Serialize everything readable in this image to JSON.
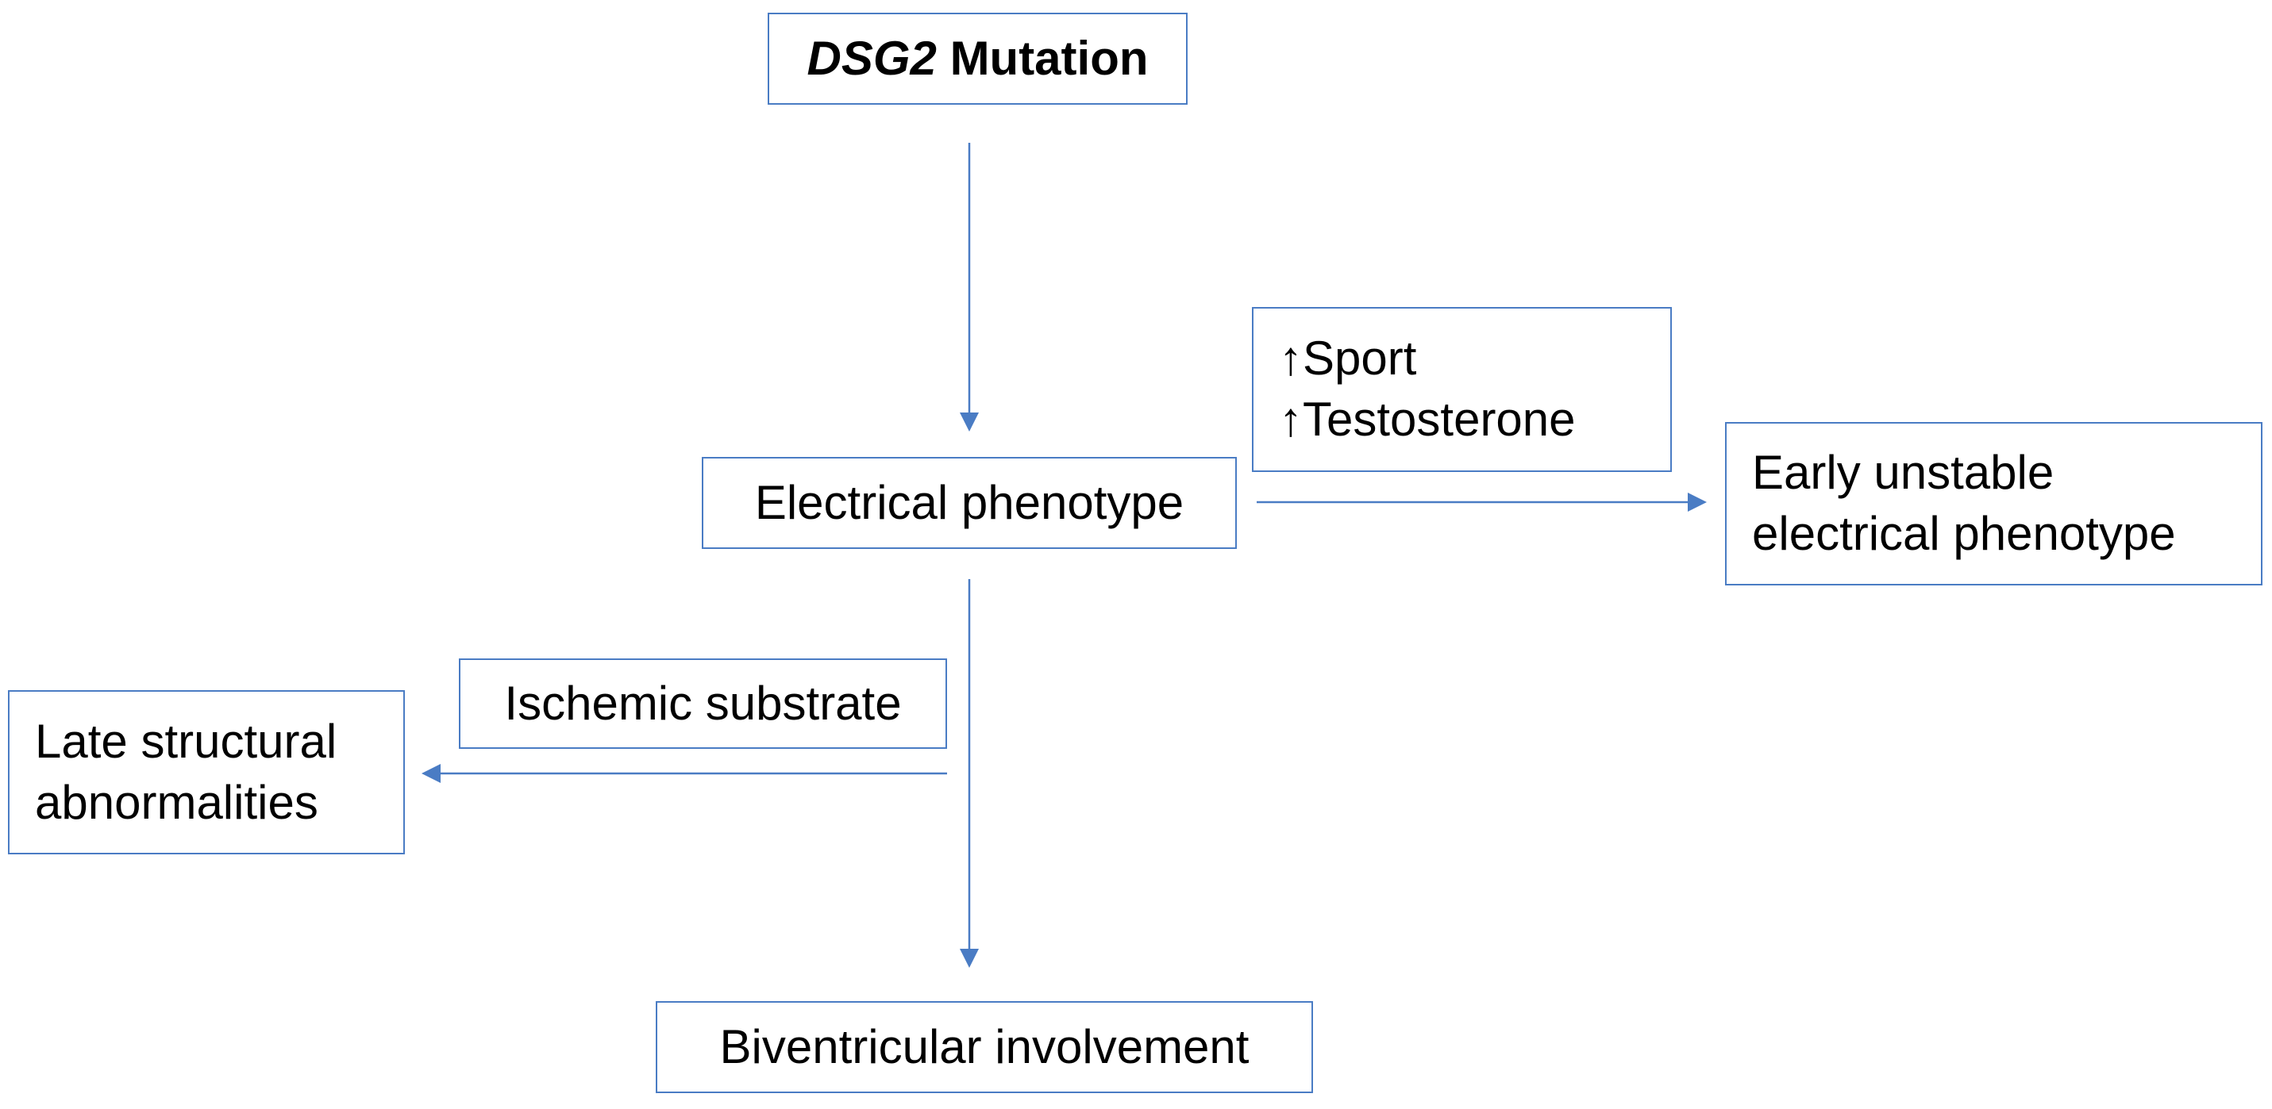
{
  "diagram": {
    "nodes": {
      "mutation": {
        "gene": "DSG2",
        "label": "Mutation"
      },
      "electrical": {
        "label": "Electrical phenotype"
      },
      "modifiers": {
        "lines": [
          "↑Sport",
          "↑Testosterone"
        ]
      },
      "early": {
        "lines": [
          "Early unstable",
          "electrical phenotype"
        ]
      },
      "ischemic": {
        "label": "Ischemic substrate"
      },
      "late": {
        "lines": [
          "Late structural",
          "abnormalities"
        ]
      },
      "biventricular": {
        "label": "Biventricular involvement"
      }
    },
    "edges": [
      {
        "from": "mutation",
        "to": "electrical"
      },
      {
        "from": "electrical",
        "to": "early",
        "modifier": "modifiers"
      },
      {
        "from": "electrical",
        "to": "late",
        "modifier": "ischemic"
      },
      {
        "from": "electrical",
        "to": "biventricular"
      }
    ],
    "colors": {
      "box_border": "#4a7cc4",
      "arrow": "#4a7cc4",
      "text": "#000000",
      "background": "#ffffff"
    }
  }
}
